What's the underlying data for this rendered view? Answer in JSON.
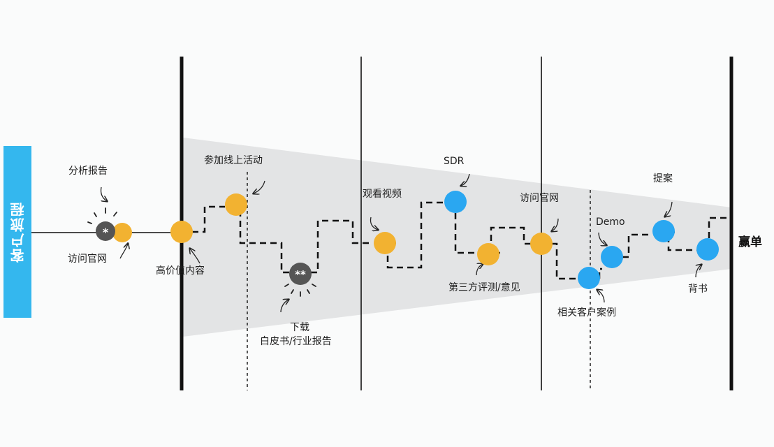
{
  "sidebar": {
    "title": "客户旅程"
  },
  "end_label": "赢单",
  "colors": {
    "orange": "#f2b231",
    "blue": "#2aa7f1",
    "dark": "#555555",
    "funnel": "#e3e4e5",
    "sidebar": "#34b7ee",
    "line": "#111111"
  },
  "labels": {
    "report_analysis": "分析报告",
    "visit_site_1": "访问官网",
    "high_value_content": "高价值内容",
    "online_event": "参加线上活动",
    "download_line1": "下载",
    "download_line2": "白皮书/行业报告",
    "watch_video": "观看视频",
    "sdr": "SDR",
    "third_party": "第三方评测/意见",
    "visit_site_2": "访问官网",
    "demo": "Demo",
    "case_study": "相关客户案例",
    "proposal": "提案",
    "endorsement": "背书"
  },
  "markers": {
    "single": "*",
    "double": "**"
  }
}
